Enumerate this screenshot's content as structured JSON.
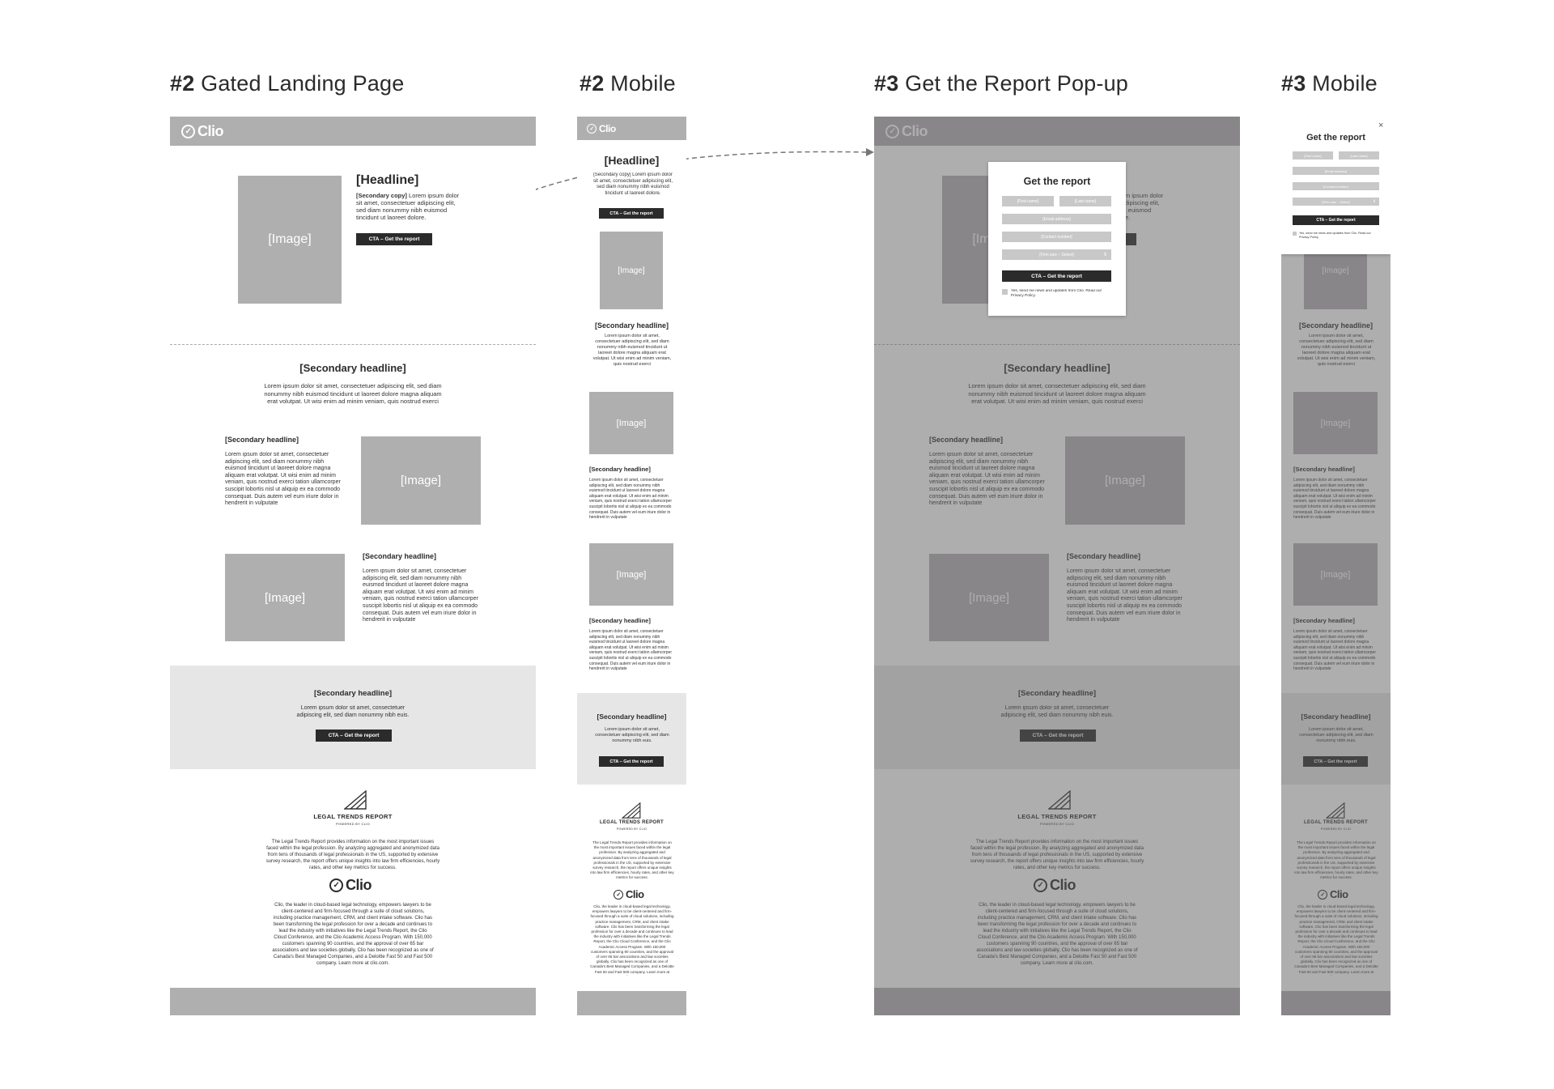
{
  "labels": {
    "gated": {
      "num": "#2",
      "text": " Gated Landing Page"
    },
    "mobile2": {
      "num": "#2",
      "text": " Mobile"
    },
    "popup": {
      "num": "#3",
      "text": " Get the Report Pop-up"
    },
    "mobile3": {
      "num": "#3",
      "text": " Mobile"
    }
  },
  "brand": {
    "logo": "Clio",
    "gray": "#b0afb0",
    "dark": "#2b2b2b"
  },
  "hero": {
    "headline": "[Headline]",
    "secondary_bold": "[Secondary copy]",
    "secondary_text": " Lorem ipsum dolor sit amet, consectetuer adipiscing elit, sed diam nonummy nibh euismod tincidunt ut laoreet dolore.",
    "image": "[Image]",
    "cta": "CTA – Get the report"
  },
  "intro": {
    "headline": "[Secondary headline]",
    "text": "Lorem ipsum dolor sit amet, consectetuer adipiscing elit, sed diam nonummy nibh euismod tincidunt ut laoreet dolore magna aliquam erat volutpat. Ut wisi enim ad minim veniam, quis nostrud exerci"
  },
  "feature1": {
    "headline": "[Secondary headline]",
    "text": "Lorem ipsum dolor sit amet, consectetuer adipiscing elit, sed diam nonummy nibh euismod tincidunt ut laoreet dolore magna aliquam erat volutpat. Ut wisi enim ad minim veniam, quis nostrud exerci tation ullamcorper suscipit lobortis nisl ut aliquip ex ea commodo consequat. Duis autem vel eum iriure dolor in hendrerit in vulputate",
    "image": "[Image]"
  },
  "feature2": {
    "headline": "[Secondary headline]",
    "text": "Lorem ipsum dolor sit amet, consectetuer adipiscing elit, sed diam nonummy nibh euismod tincidunt ut laoreet dolore magna aliquam erat volutpat. Ut wisi enim ad minim veniam, quis nostrud exerci tation ullamcorper suscipit lobortis nisl ut aliquip ex ea commodo consequat. Duis autem vel eum iriure dolor in hendrerit in vulputate",
    "image": "[Image]"
  },
  "cta_band": {
    "headline": "[Secondary headline]",
    "text": "Lorem ipsum dolor sit amet, consectetuer adipiscing elit, sed diam nonummy nibh euis.",
    "mobile_text": "Lorem ipsum dolor sit amet, consectetuer adipiscing elit, sed diam nonummy nibh euis.",
    "cta": "CTA – Get the report"
  },
  "about": {
    "ltr_title": "LEGAL TRENDS REPORT",
    "ltr_powered": "POWERED BY CLIO",
    "ltr_text": "The Legal Trends Report provides information on the most important issues faced within the legal profession. By analyzing aggregated and anonymized data from tens of thousands of legal professionals in the US, supported by extensive survey research, the report offers unique insights into law firm efficiencies, hourly rates, and other key metrics for success.",
    "clio_logo": "Clio",
    "clio_text": "Clio, the leader in cloud-based legal technology, empowers lawyers to be client-centered and firm-focused through a suite of cloud solutions, including practice management, CRM, and client intake software. Clio has been transforming the legal profession for over a decade and continues to lead the industry with initiatives like the Legal Trends Report, the Clio Cloud Conference, and the Clio Academic Access Program. With 150,000 customers spanning 90 countries, and the approval of over 65 bar associations and law societies globally, Clio has been recognized as one of Canada's Best Managed Companies, and a Deloitte Fast 50 and Fast 500 company. Learn more at clio.com."
  },
  "mobile": {
    "feature_text": "Lorem ipsum dolor sit amet, consectetuer adipiscing elit, sed diam nonummy nibh euismod tincidunt ut laoreet dolore magna aliquam erat volutpat. Ut wisi enim ad minim veniam, quis nostrud exerci",
    "feature_text_long": "Lorem ipsum dolor sit amet, consectetuer adipiscing elit, sed diam nonummy nibh euismod tincidunt ut laoreet dolore magna aliquam erat volutpat. Ut wisi enim ad minim veniam, quis nostrud exerci tation ullamcorper suscipit lobortis nisl ut aliquip ex ea commodo consequat. Duis autem vel eum iriure dolor in hendrerit in vulputate",
    "hero_text": "[Secondary copy] Lorem ipsum dolor sit amet, consectetuer adipiscing elit, sed diam nonummy nibh euismod tincidunt ut laoreet dolore."
  },
  "form": {
    "title": "Get the report",
    "first_name": "[First name]",
    "last_name": "[Last name]",
    "email": "[Email address]",
    "contact": "[Contact number]",
    "firm_size": "[Firm size – Select]",
    "select_arrow": "⇕",
    "cta": "CTA – Get the report",
    "consent": "Yes, send me news and updates from Clio. Read our Privacy Policy.",
    "close": "×"
  }
}
